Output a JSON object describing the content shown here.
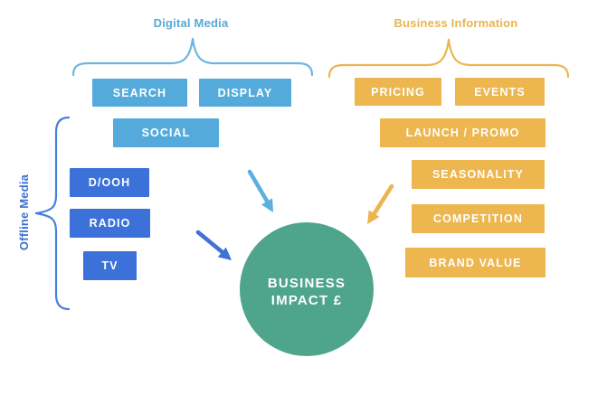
{
  "groups": {
    "digital": {
      "label": "Digital Media",
      "items": [
        "SEARCH",
        "DISPLAY",
        "SOCIAL"
      ]
    },
    "offline": {
      "label": "Offline Media",
      "items": [
        "D/OOH",
        "RADIO",
        "TV"
      ]
    },
    "business": {
      "label": "Business Information",
      "items": [
        "PRICING",
        "EVENTS",
        "LAUNCH / PROMO",
        "SEASONALITY",
        "COMPETITION",
        "BRAND VALUE"
      ]
    }
  },
  "center_node": {
    "line1": "BUSINESS",
    "line2": "IMPACT £"
  },
  "arrows": [
    {
      "name": "digital-media-arrow",
      "color": "#5bb0de",
      "direction": "down-right into circle"
    },
    {
      "name": "offline-media-arrow",
      "color": "#3e72d6",
      "direction": "down-right into circle"
    },
    {
      "name": "business-information-arrow",
      "color": "#ecb54e",
      "direction": "down-left into circle"
    }
  ],
  "colors": {
    "digital_blue": "#54abdb",
    "offline_blue": "#3b71d8",
    "business_orange": "#edb64f",
    "impact_green": "#4ea58b",
    "background": "#ffffff"
  }
}
